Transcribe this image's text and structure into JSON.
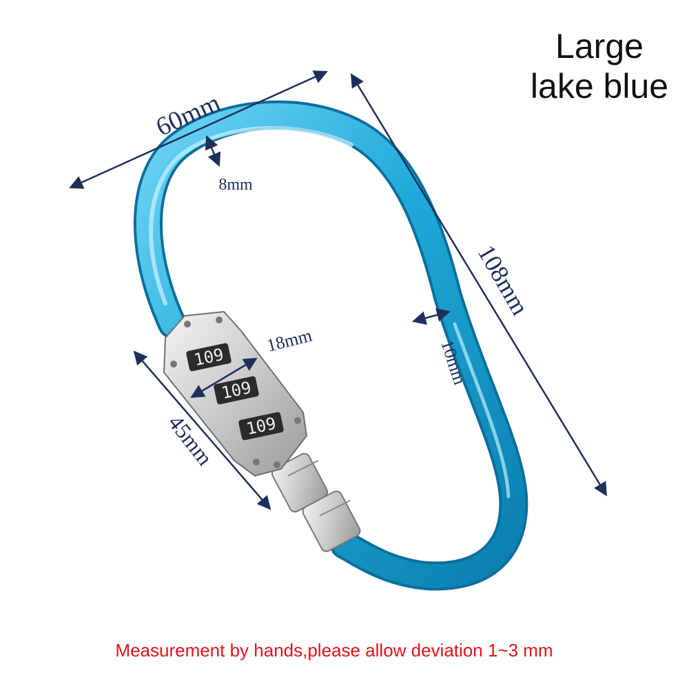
{
  "product": {
    "size_label": "Large",
    "color_label": "lake blue"
  },
  "dimensions": {
    "width": "60mm",
    "tube_top": "8mm",
    "height": "108mm",
    "tube_side": "10mm",
    "lock_width": "18mm",
    "lock_length": "45mm"
  },
  "lock_digits": [
    "109",
    "109",
    "109"
  ],
  "notice": "Measurement by hands,please allow deviation 1~3 mm",
  "colors": {
    "carabiner": "#1fa9d8",
    "dimension_lines": "#1e2f5c",
    "notice_text": "#e0141a"
  }
}
